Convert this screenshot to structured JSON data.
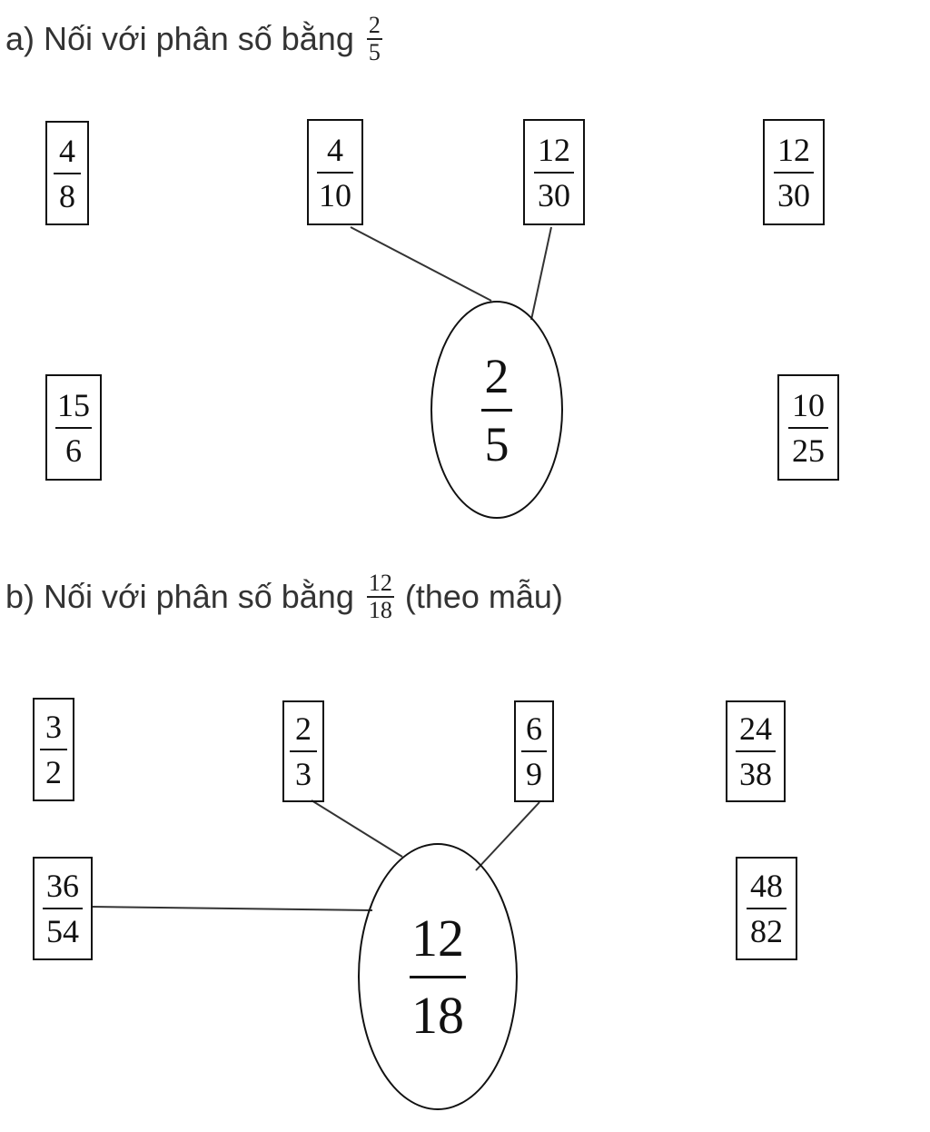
{
  "part_a": {
    "heading_text": "a) Nối với phân số bằng",
    "heading_fraction": {
      "num": "2",
      "den": "5"
    },
    "center": {
      "num": "2",
      "den": "5"
    },
    "options": [
      {
        "num": "4",
        "den": "8"
      },
      {
        "num": "4",
        "den": "10"
      },
      {
        "num": "12",
        "den": "30"
      },
      {
        "num": "12",
        "den": "30"
      },
      {
        "num": "15",
        "den": "6"
      },
      {
        "num": "10",
        "den": "25"
      }
    ]
  },
  "part_b": {
    "heading_text": "b) Nối với phân số bằng",
    "heading_fraction": {
      "num": "12",
      "den": "18"
    },
    "heading_suffix": "(theo mẫu)",
    "center": {
      "num": "12",
      "den": "18"
    },
    "options": [
      {
        "num": "3",
        "den": "2"
      },
      {
        "num": "2",
        "den": "3"
      },
      {
        "num": "6",
        "den": "9"
      },
      {
        "num": "24",
        "den": "38"
      },
      {
        "num": "36",
        "den": "54"
      },
      {
        "num": "48",
        "den": "82"
      }
    ]
  }
}
